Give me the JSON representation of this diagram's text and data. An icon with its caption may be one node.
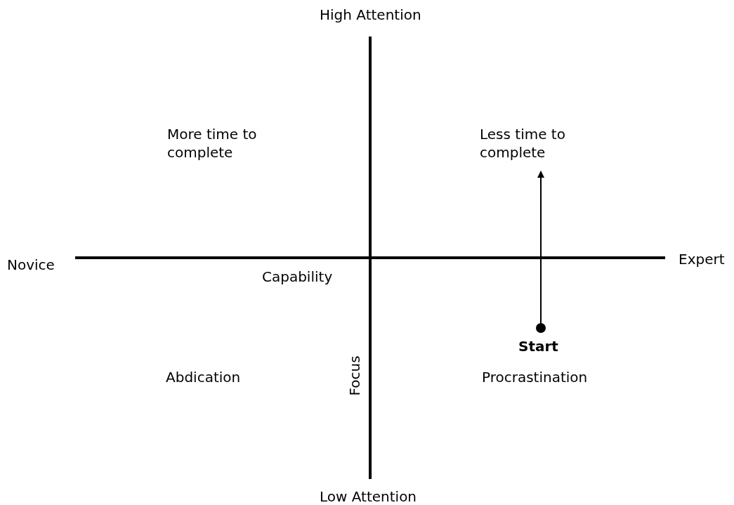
{
  "diagram": {
    "nodes": [
      {
        "text": [
          "Less time to complete"
        ]
      },
      {
        "text": [],
        "shape": "circle",
        "beside": [
          "Start"
        ]
      }
    ],
    "edges": [
      {
        "from": 1,
        "to": 0,
        "arrow": "to"
      }
    ],
    "labels": [
      "High Attention",
      "More time to complete",
      "Novice",
      "Expert",
      "Capability",
      "Abdication",
      "Focus",
      "Procrastination",
      "Low Attention"
    ]
  }
}
